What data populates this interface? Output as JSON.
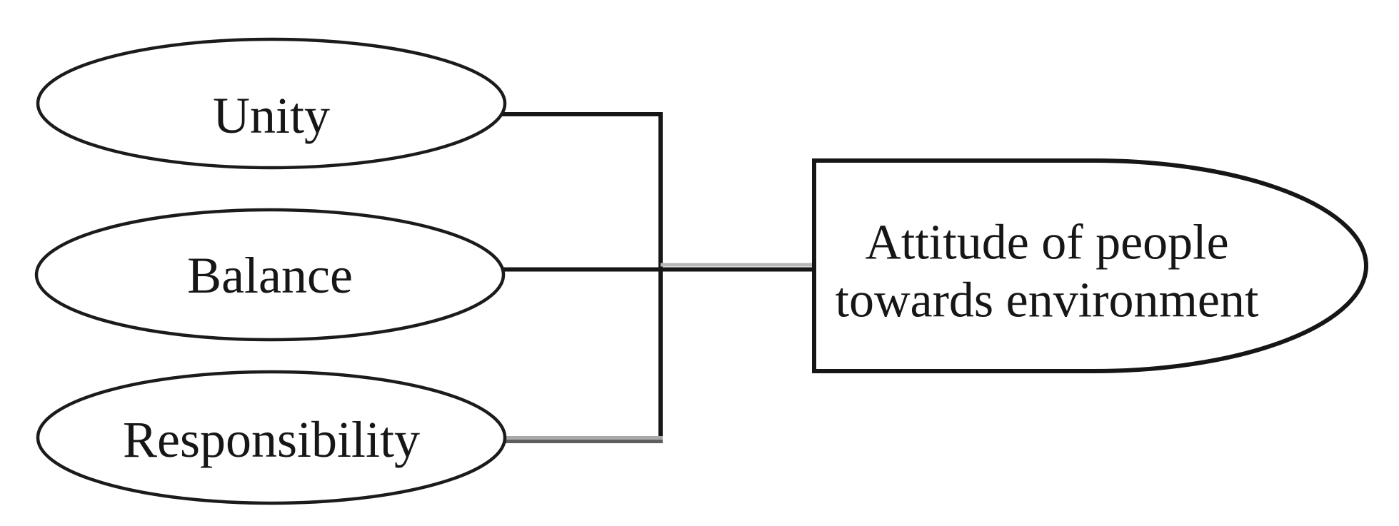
{
  "diagram": {
    "type": "conceptual-framework",
    "factor_nodes": [
      {
        "id": "unity",
        "label": "Unity",
        "shape": "ellipse"
      },
      {
        "id": "balance",
        "label": "Balance",
        "shape": "ellipse"
      },
      {
        "id": "responsibility",
        "label": "Responsibility",
        "shape": "ellipse"
      }
    ],
    "outcome_node": {
      "id": "attitude",
      "label": "Attitude of people towards environment",
      "label_line1": "Attitude of people",
      "label_line2": "towards environment",
      "shape": "rectangle-with-ellipse-right"
    },
    "edges": [
      {
        "from": "Unity",
        "to": "Attitude of people towards environment",
        "style": "elbow-black"
      },
      {
        "from": "Balance",
        "to": "Attitude of people towards environment",
        "style": "straight-black"
      },
      {
        "from": "Responsibility",
        "to": "Attitude of people towards environment",
        "style": "elbow-gray"
      }
    ],
    "colors": {
      "background": "#ffffff",
      "stroke": "#161616",
      "connector_gray_light": "#a9a9a9",
      "connector_gray_dark": "#5e5e5e",
      "connector_gray_mid": "#b7b7b7"
    }
  }
}
